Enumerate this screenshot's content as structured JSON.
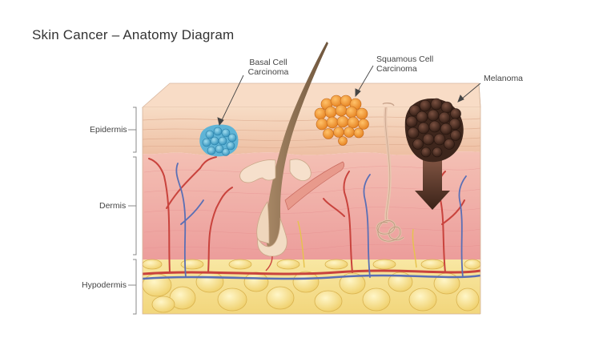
{
  "title": "Skin Cancer – Anatomy Diagram",
  "layers": {
    "epidermis": "Epidermis",
    "dermis": "Dermis",
    "hypodermis": "Hypodermis"
  },
  "callouts": {
    "basal_line1": "Basal Cell",
    "basal_line2": "Carcinoma",
    "squamous_line1": "Squamous Cell",
    "squamous_line2": "Carcinoma",
    "melanoma": "Melanoma"
  },
  "colors": {
    "epidermis": "#f3cfb4",
    "dermis": "#f0a9a6",
    "hypodermis": "#f5df8e",
    "basal_tumor": "#4aa9cf",
    "squamous_tumor": "#f29a33",
    "melanoma_tumor": "#4a2e22",
    "artery": "#c9433d",
    "vein": "#5a6fb5"
  }
}
